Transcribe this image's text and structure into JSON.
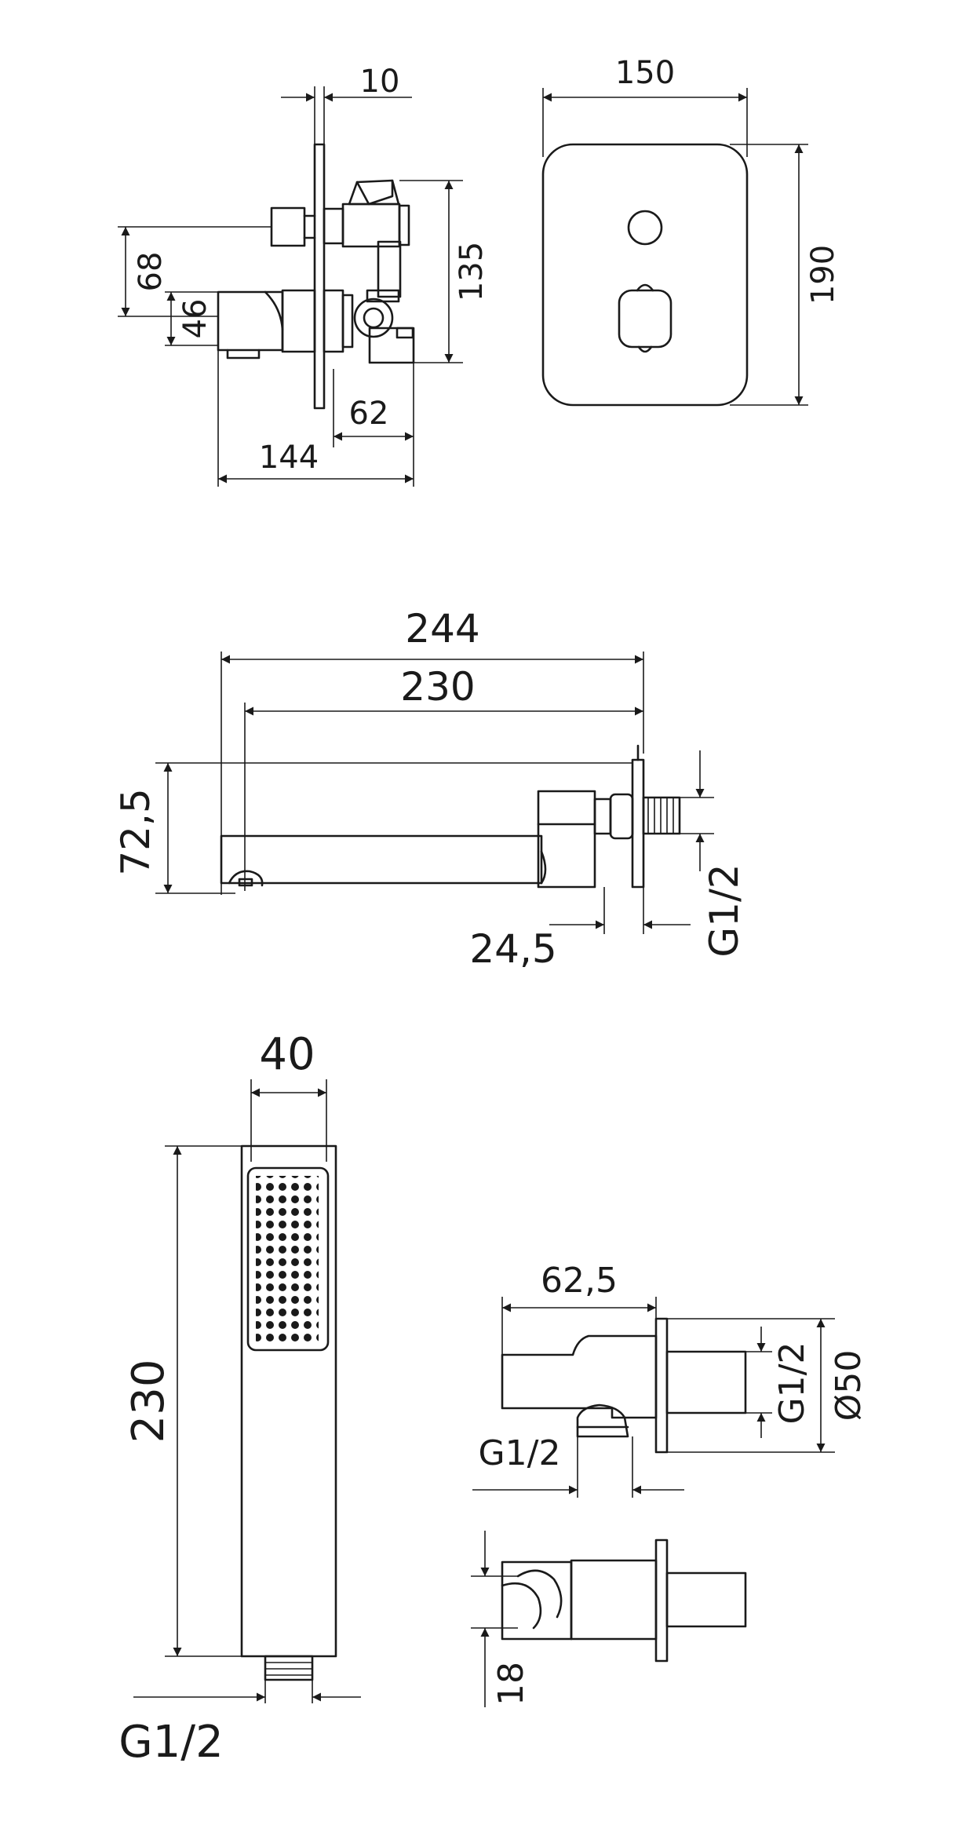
{
  "drawing": {
    "stroke": "#1a1a1a",
    "background": "#ffffff",
    "mixer_side": {
      "depth_plate": "10",
      "height_inlets": "68",
      "height_outlet": "46",
      "body_height": "135",
      "body_depth": "62",
      "total_depth": "144"
    },
    "mixer_front": {
      "width": "150",
      "height": "190"
    },
    "spout": {
      "length_total": "244",
      "length_outlet": "230",
      "height": "72,5",
      "wall_offset": "24,5",
      "thread": "G1/2"
    },
    "hand_shower": {
      "width": "40",
      "length": "230",
      "thread": "G1/2"
    },
    "wall_outlet": {
      "length": "62,5",
      "thread_wall": "G1/2",
      "diameter": "Ø50",
      "thread_hose": "G1/2",
      "holder_height": "18"
    }
  }
}
